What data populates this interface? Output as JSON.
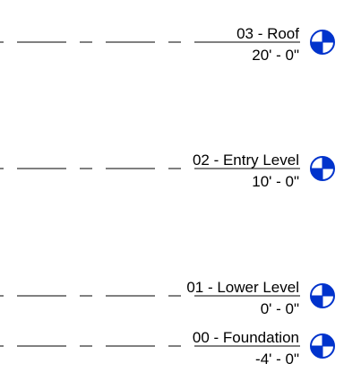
{
  "levels": [
    {
      "name": "03 - Roof",
      "elevation": "20' - 0\""
    },
    {
      "name": "02 - Entry Level",
      "elevation": "10' - 0\""
    },
    {
      "name": "01 - Lower Level",
      "elevation": "0' - 0\""
    },
    {
      "name": "00 - Foundation",
      "elevation": "-4' - 0\""
    }
  ],
  "colors": {
    "level_head": "#0033cc",
    "line": "#000000",
    "background": "#ffffff"
  },
  "icons": {
    "level_head": "level-head-icon"
  }
}
